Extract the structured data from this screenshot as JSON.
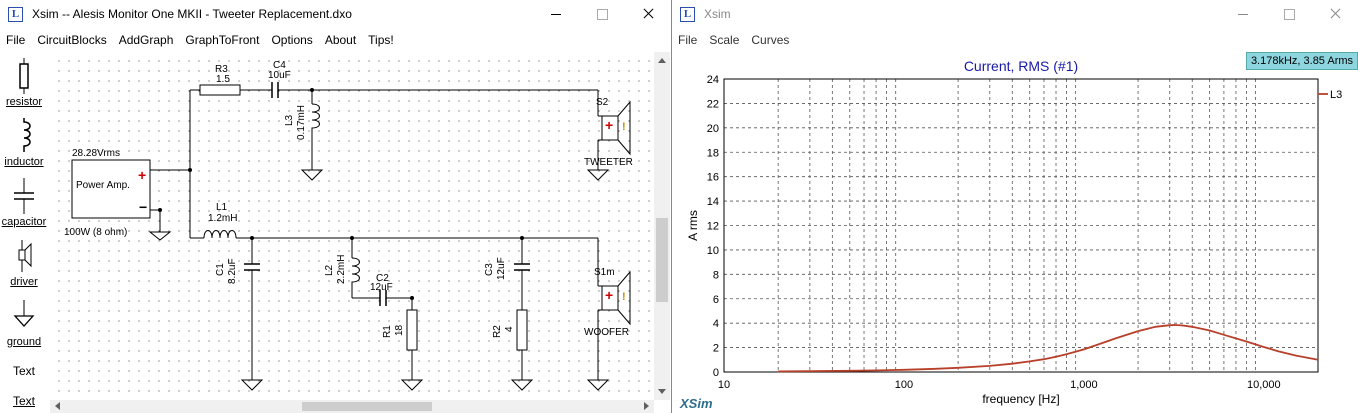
{
  "left_window": {
    "title": "Xsim -- Alesis Monitor One MKII - Tweeter Replacement.dxo",
    "menu": [
      "File",
      "CircuitBlocks",
      "AddGraph",
      "GraphToFront",
      "Options",
      "About",
      "Tips!"
    ],
    "palette": [
      {
        "label": "resistor",
        "icon": "resistor-icon"
      },
      {
        "label": "inductor",
        "icon": "inductor-icon"
      },
      {
        "label": "capacitor",
        "icon": "capacitor-icon"
      },
      {
        "label": "driver",
        "icon": "driver-icon"
      },
      {
        "label": "ground",
        "icon": "ground-icon"
      },
      {
        "label": "Text",
        "icon": "text-tool"
      },
      {
        "label": "Text",
        "icon": "text-tool"
      }
    ],
    "circuit": {
      "source": {
        "name": "Power Amp.",
        "voltage": "28.28Vrms",
        "rating": "100W (8 ohm)",
        "plus": "+",
        "minus": "−"
      },
      "R3": {
        "name": "R3",
        "value": "1.5"
      },
      "C4": {
        "name": "C4",
        "value": "10uF"
      },
      "L3": {
        "name": "L3",
        "value": "0.17mH"
      },
      "S2": {
        "name": "S2",
        "label": "TWEETER"
      },
      "L1": {
        "name": "L1",
        "value": "1.2mH"
      },
      "C1": {
        "name": "C1",
        "value": "8.2uF"
      },
      "L2": {
        "name": "L2",
        "value": "2.2mH"
      },
      "C2": {
        "name": "C2",
        "value": "12uF"
      },
      "R1": {
        "name": "R1",
        "value": "18"
      },
      "C3": {
        "name": "C3",
        "value": "12uF"
      },
      "R2": {
        "name": "R2",
        "value": "4"
      },
      "S1": {
        "name": "S1m",
        "label": "WOOFER"
      }
    }
  },
  "right_window": {
    "title": "Xsim",
    "menu": [
      "File",
      "Scale",
      "Curves"
    ],
    "readout": "3.178kHz, 3.85 Arms",
    "brand": "XSim",
    "colors": {
      "curve": "#b8402a",
      "title": "#1a1aa8",
      "readout_bg": "#8dd6e0"
    }
  },
  "chart_data": {
    "type": "line",
    "title": "Current, RMS (#1)",
    "xlabel": "frequency [Hz]",
    "ylabel": "A rms",
    "xscale": "log",
    "xlim": [
      10,
      20000
    ],
    "ylim": [
      0,
      24
    ],
    "xticks": [
      {
        "v": 10,
        "label": "10"
      },
      {
        "v": 100,
        "label": "100"
      },
      {
        "v": 1000,
        "label": "1,000"
      },
      {
        "v": 10000,
        "label": "10,000"
      }
    ],
    "yticks": [
      0,
      2,
      4,
      6,
      8,
      10,
      12,
      14,
      16,
      18,
      20,
      22,
      24
    ],
    "grid": true,
    "legend": "right",
    "series": [
      {
        "name": "L3",
        "color": "#b8402a",
        "x": [
          20,
          30,
          50,
          70,
          100,
          150,
          200,
          300,
          400,
          500,
          600,
          700,
          800,
          1000,
          1200,
          1500,
          2000,
          2500,
          3000,
          3178,
          3500,
          4000,
          5000,
          6000,
          8000,
          10000,
          12000,
          15000,
          20000
        ],
        "y": [
          0.05,
          0.07,
          0.1,
          0.13,
          0.18,
          0.26,
          0.34,
          0.5,
          0.68,
          0.87,
          1.05,
          1.25,
          1.45,
          1.85,
          2.25,
          2.75,
          3.35,
          3.7,
          3.83,
          3.85,
          3.82,
          3.7,
          3.4,
          3.05,
          2.5,
          2.05,
          1.7,
          1.35,
          1.0
        ]
      }
    ]
  }
}
